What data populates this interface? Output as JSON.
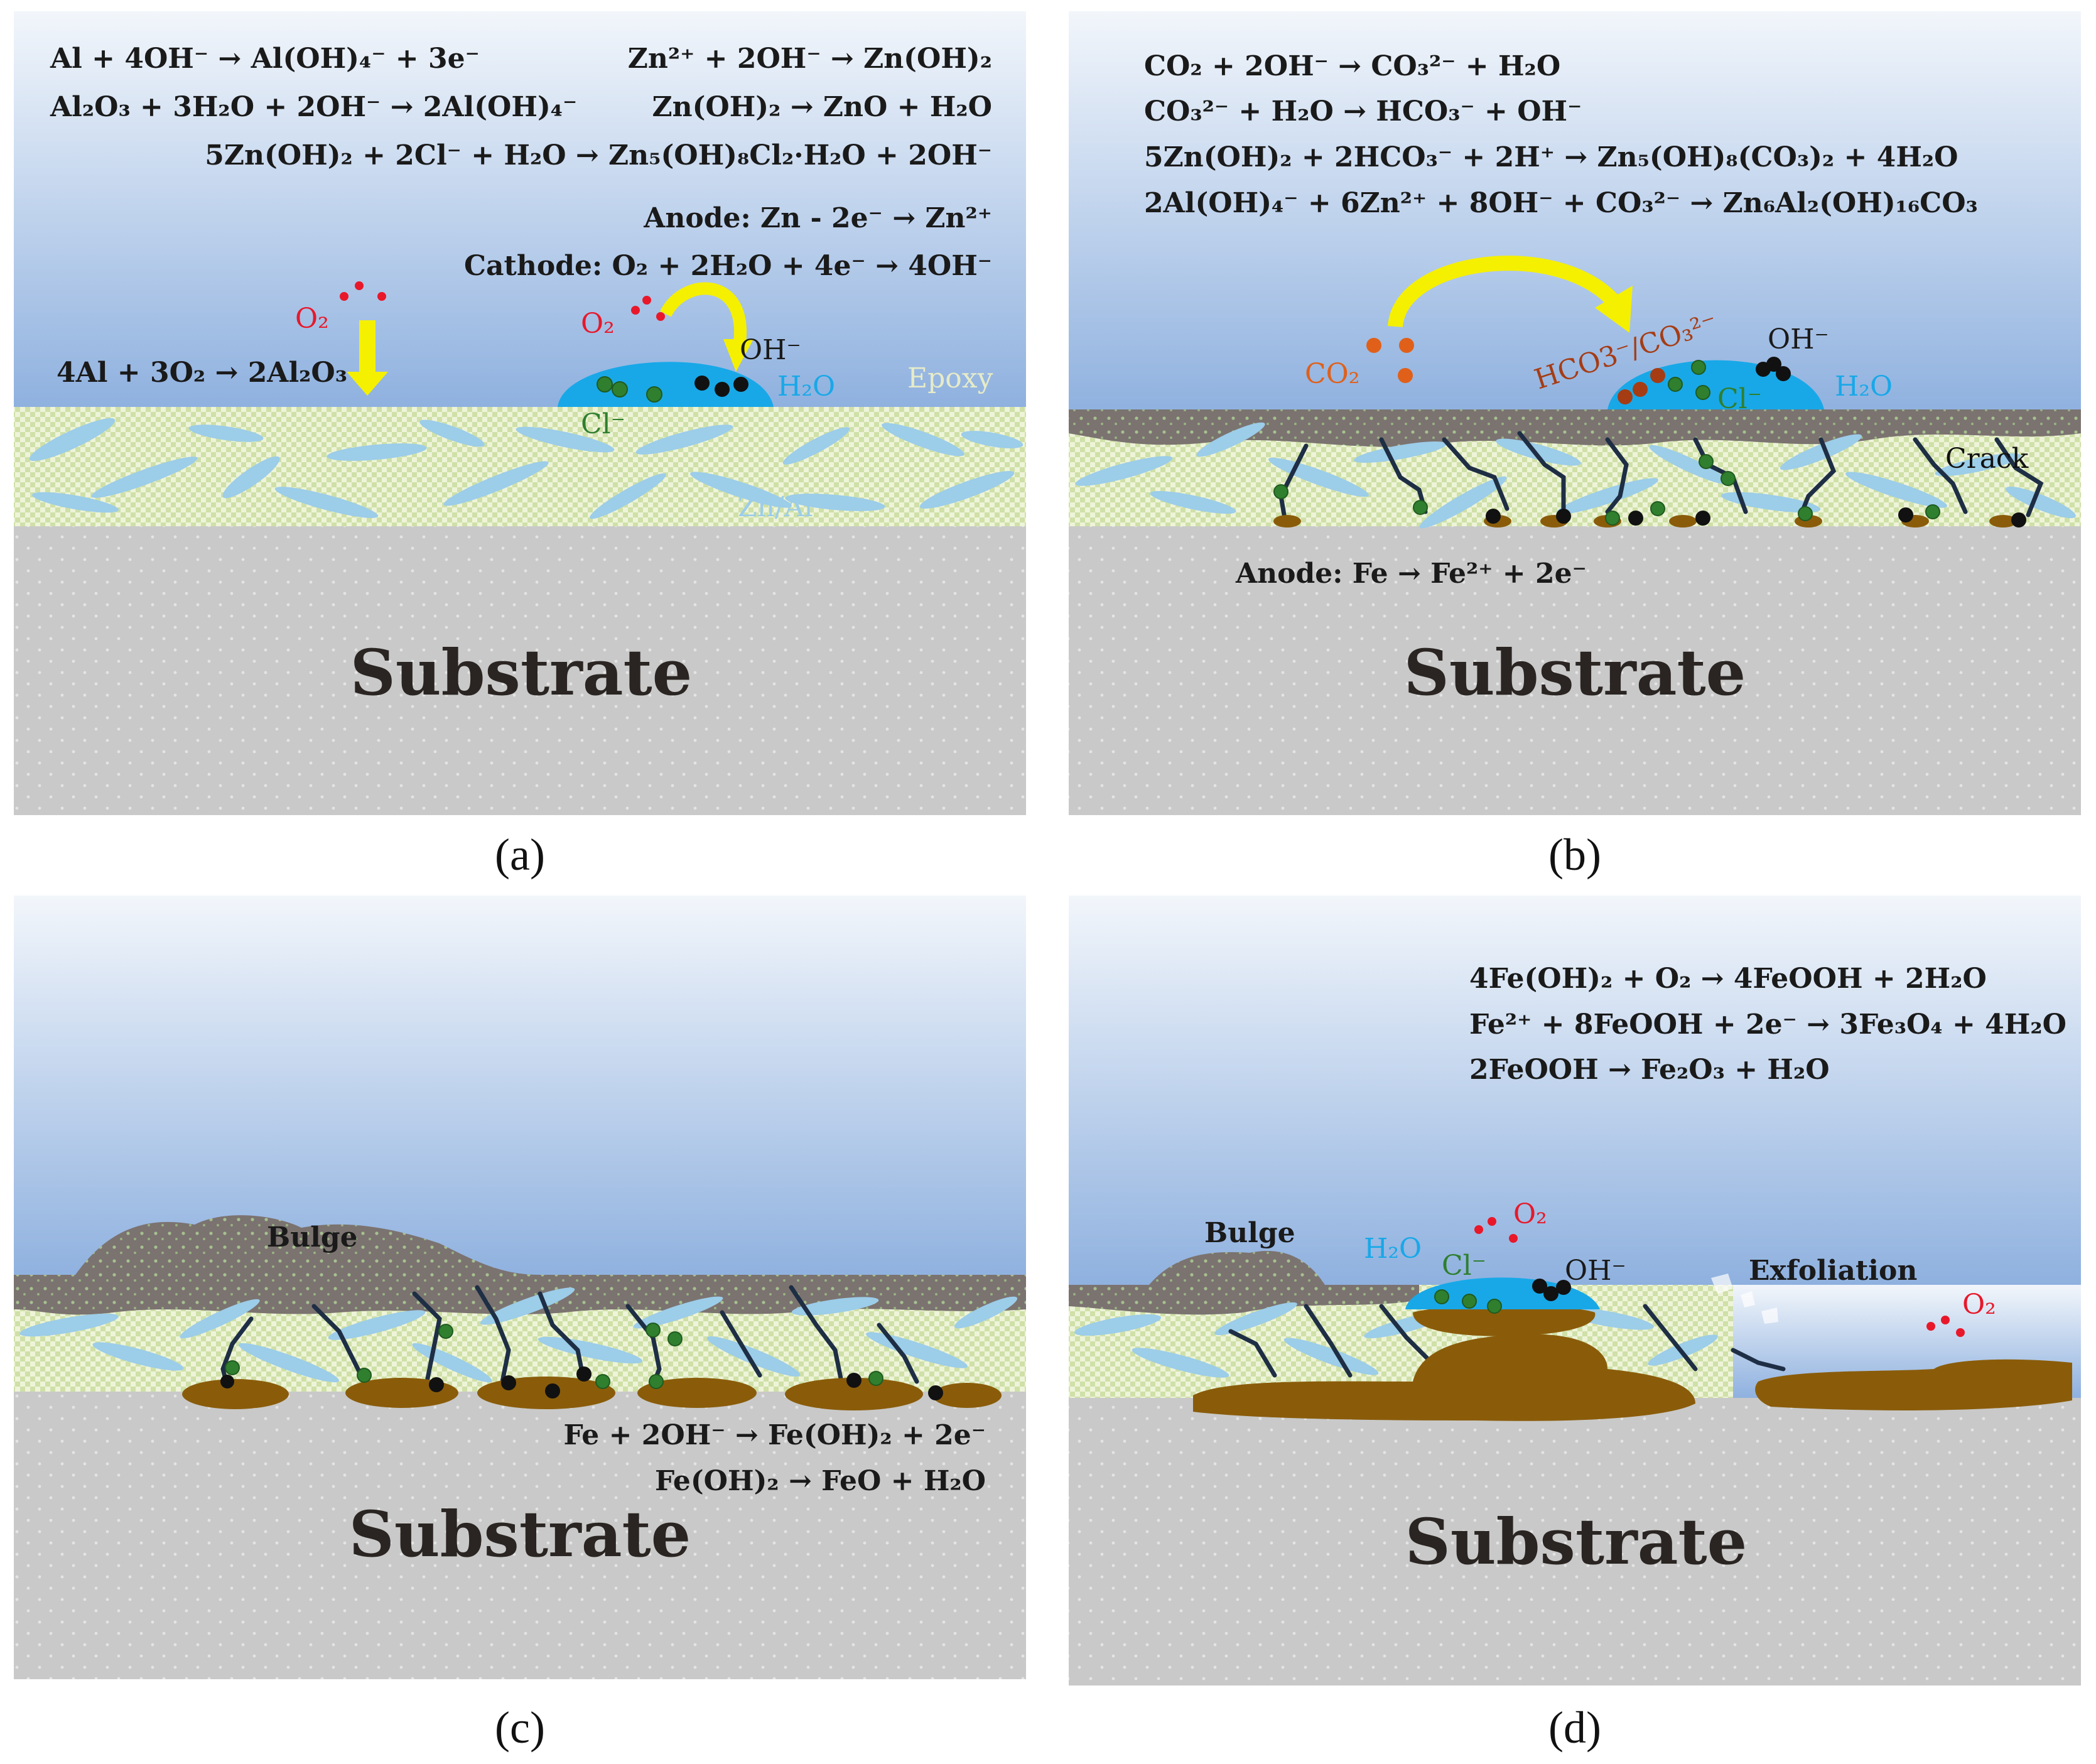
{
  "colors": {
    "sky_top": "#f2f6fb",
    "sky_bottom": "#8fb1df",
    "substrate": "#c9c9c9",
    "coating_check": "#e7f0c9",
    "flakes": "#9ccde9",
    "corrosion_gray": "#7b7370",
    "rust": "#8a5c0a",
    "water": "#18a8e8",
    "chloride": "#2f7f2f",
    "hydroxide": "#111111",
    "oxygen": "#e8182a",
    "co2": "#e0601a",
    "carbonate": "#a63c14",
    "crack": "#1e2e44",
    "arrow": "#f5f000"
  },
  "panel_a": {
    "caption": "(a)",
    "substrate": "Substrate",
    "eq1_left": "Al + 4OH⁻ → Al(OH)₄⁻ + 3e⁻",
    "eq2_left": "Al₂O₃ + 3H₂O + 2OH⁻ → 2Al(OH)₄⁻",
    "eq1_right": "Zn²⁺ + 2OH⁻ → Zn(OH)₂",
    "eq2_right": "Zn(OH)₂ → ZnO + H₂O",
    "eq3": "5Zn(OH)₂ + 2Cl⁻ + H₂O → Zn₅(OH)₈Cl₂·H₂O + 2OH⁻",
    "anode": "Anode: Zn - 2e⁻ → Zn²⁺",
    "cathode": "Cathode: O₂ + 2H₂O + 4e⁻ → 4OH⁻",
    "al_ox": "4Al + 3O₂ → 2Al₂O₃",
    "o2": "O₂",
    "o2_b": "O₂",
    "oh": "OH⁻",
    "h2o": "H₂O",
    "cl": "Cl⁻",
    "epoxy": "Epoxy",
    "znal": "Zn/Al"
  },
  "panel_b": {
    "caption": "(b)",
    "substrate": "Substrate",
    "eq1": "CO₂ + 2OH⁻ → CO₃²⁻ + H₂O",
    "eq2": "CO₃²⁻ + H₂O → HCO₃⁻ + OH⁻",
    "eq3": "5Zn(OH)₂ + 2HCO₃⁻ + 2H⁺ → Zn₅(OH)₈(CO₃)₂ + 4H₂O",
    "eq4": "2Al(OH)₄⁻ + 6Zn²⁺ + 8OH⁻ + CO₃²⁻ → Zn₆Al₂(OH)₁₆CO₃",
    "co2": "CO₂",
    "hco3": "HCO3⁻/CO₃²⁻",
    "oh": "OH⁻",
    "cl": "Cl⁻",
    "h2o": "H₂O",
    "crack": "Crack",
    "anode": "Anode: Fe → Fe²⁺ + 2e⁻"
  },
  "panel_c": {
    "caption": "(c)",
    "substrate": "Substrate",
    "bulge": "Bulge",
    "eq1": "Fe + 2OH⁻ → Fe(OH)₂ + 2e⁻",
    "eq2": "Fe(OH)₂ → FeO + H₂O"
  },
  "panel_d": {
    "caption": "(d)",
    "substrate": "Substrate",
    "eq1": "4Fe(OH)₂ + O₂ → 4FeOOH + 2H₂O",
    "eq2": "Fe²⁺ + 8FeOOH + 2e⁻ → 3Fe₃O₄ + 4H₂O",
    "eq3": "2FeOOH → Fe₂O₃ + H₂O",
    "bulge": "Bulge",
    "h2o": "H₂O",
    "cl": "Cl⁻",
    "o2": "O₂",
    "oh": "OH⁻",
    "exfoliation": "Exfoliation",
    "o2_b": "O₂"
  }
}
